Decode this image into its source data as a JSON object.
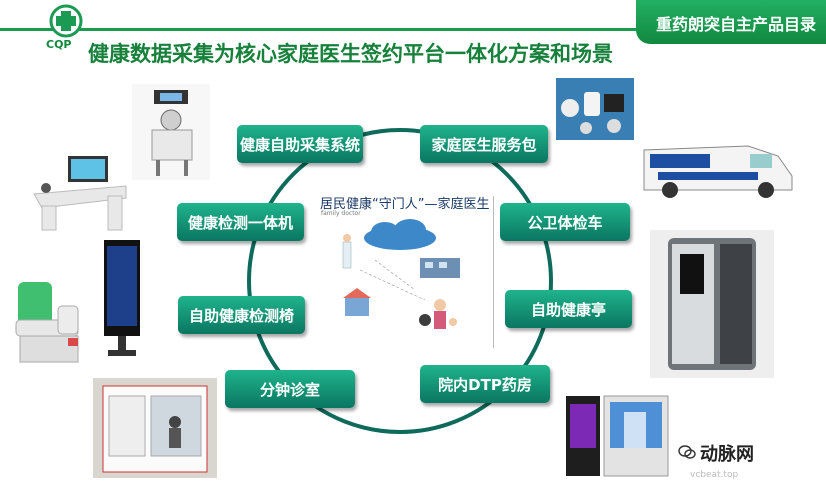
{
  "header": {
    "logo_text": "CQP",
    "tab_label": "重药朗突自主产品目录",
    "title": "健康数据采集为核心家庭医生签约平台一体化方案和场景"
  },
  "center": {
    "title": "居民健康“守门人”—家庭医生",
    "subtitle": "family  doctor"
  },
  "scenarios": [
    "健康自助采集系统",
    "家庭医生服务包",
    "健康检测一体机",
    "公卫体检车",
    "自助健康检测椅",
    "自助健康亭",
    "分钟诊室",
    "院内DTP药房"
  ],
  "watermark": {
    "text": "动脉网",
    "sub": "vcbeat.top"
  },
  "colors": {
    "brand_green": "#1a9a52",
    "pill": "#11836b",
    "ring": "#0e6a5a"
  }
}
